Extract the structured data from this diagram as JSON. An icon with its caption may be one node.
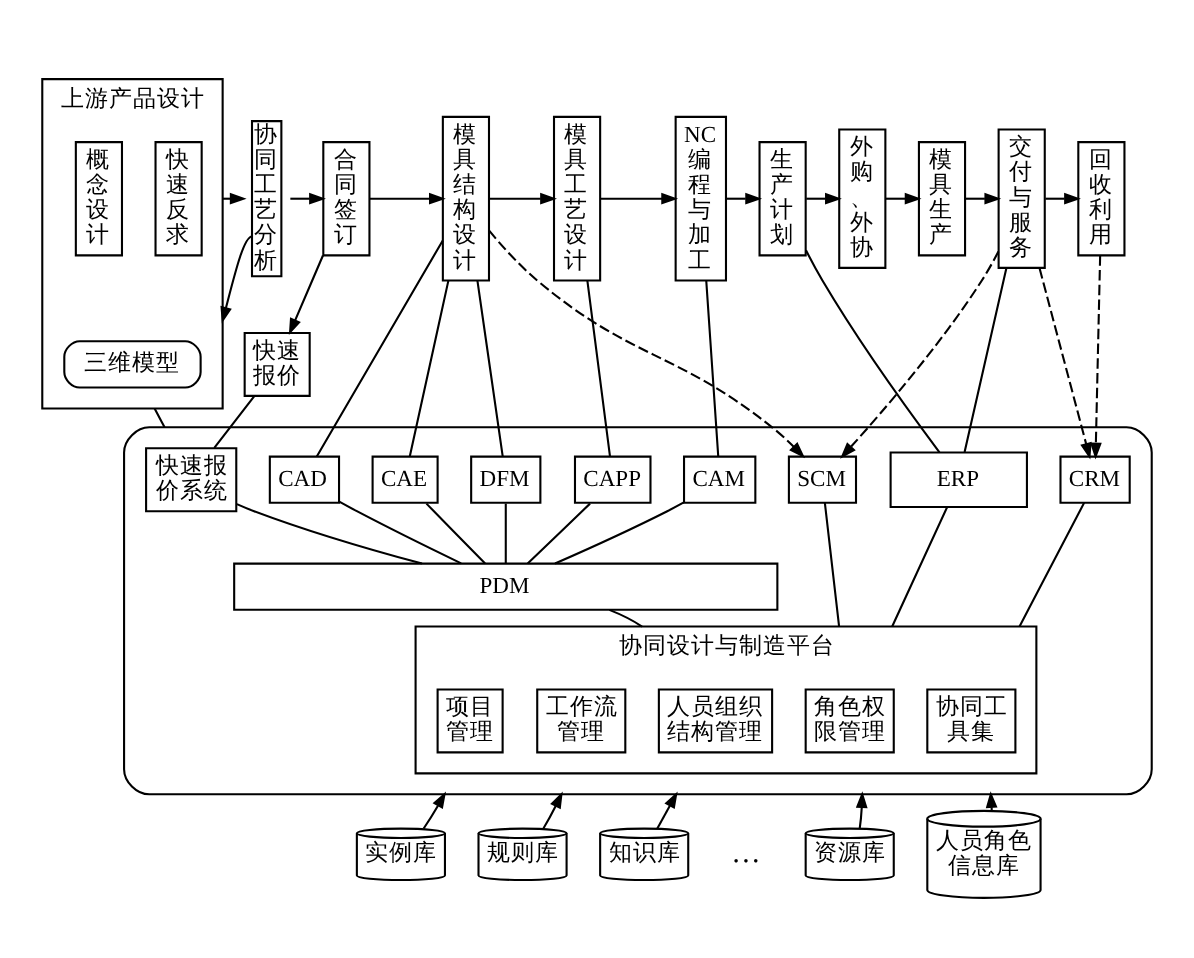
{
  "diagram": {
    "nodes": [
      {
        "text": [
          "上游产品设计"
        ]
      },
      {
        "text": [
          "概念设计"
        ],
        "in": 0
      },
      {
        "text": [
          "快速反求"
        ],
        "in": 0
      },
      {
        "text": [
          "三维模型"
        ],
        "in": 0
      },
      {
        "text": [
          "协同工艺分析"
        ]
      },
      {
        "text": [
          "合同签订"
        ]
      },
      {
        "text": [
          "快速报价"
        ]
      },
      {
        "text": [
          "模具结构设计"
        ]
      },
      {
        "text": [
          "模具工艺设计"
        ]
      },
      {
        "text": [
          "NC编程与加工"
        ]
      },
      {
        "text": [
          "生产计划"
        ]
      },
      {
        "text": [
          "外购、外协"
        ]
      },
      {
        "text": [
          "模具生产"
        ]
      },
      {
        "text": [
          "交付与服务"
        ]
      },
      {
        "text": [
          "回收利用"
        ]
      },
      {
        "text": [],
        "shape": "box"
      },
      {
        "text": [
          "快速报价系统"
        ],
        "in": 15
      },
      {
        "text": [
          "CAD"
        ],
        "in": 15
      },
      {
        "text": [
          "CAE"
        ],
        "in": 15
      },
      {
        "text": [
          "DFM"
        ],
        "in": 15
      },
      {
        "text": [
          "CAPP"
        ],
        "in": 15
      },
      {
        "text": [
          "CAM"
        ],
        "in": 15
      },
      {
        "text": [
          "SCM"
        ],
        "in": 15
      },
      {
        "text": [
          "ERP"
        ],
        "in": 15
      },
      {
        "text": [
          "CRM"
        ],
        "in": 15
      },
      {
        "text": [
          "PDM"
        ],
        "in": 15
      },
      {
        "text": [
          "协同设计与制造平台"
        ],
        "in": 15
      },
      {
        "text": [
          "项目管理"
        ],
        "in": 26
      },
      {
        "text": [
          "工作流管理"
        ],
        "in": 26
      },
      {
        "text": [
          "人员组织结构管理"
        ],
        "in": 26
      },
      {
        "text": [
          "角色权限管理"
        ],
        "in": 26
      },
      {
        "text": [
          "协同工具集"
        ],
        "in": 26
      },
      {
        "text": [
          "实例库"
        ]
      },
      {
        "text": [
          "规则库"
        ]
      },
      {
        "text": [
          "知识库"
        ]
      },
      {
        "text": [
          "资源库"
        ]
      },
      {
        "text": [
          "人员角色信息库"
        ]
      }
    ],
    "edges": [
      {
        "from": 0,
        "to": 4,
        "arrow": "to"
      },
      {
        "from": 4,
        "to": 0,
        "arrow": "to"
      },
      {
        "from": 4,
        "to": 5,
        "arrow": "to"
      },
      {
        "from": 5,
        "to": 7,
        "arrow": "to"
      },
      {
        "from": 7,
        "to": 8,
        "arrow": "to"
      },
      {
        "from": 8,
        "to": 9,
        "arrow": "to"
      },
      {
        "from": 9,
        "to": 10,
        "arrow": "to"
      },
      {
        "from": 10,
        "to": 11,
        "arrow": "to"
      },
      {
        "from": 11,
        "to": 12,
        "arrow": "to"
      },
      {
        "from": 12,
        "to": 13,
        "arrow": "to"
      },
      {
        "from": 13,
        "to": 14,
        "arrow": "to"
      },
      {
        "from": 5,
        "to": 6,
        "arrow": "to"
      },
      {
        "from": 0,
        "to": 15,
        "arrow": "none"
      },
      {
        "from": 6,
        "to": 16,
        "arrow": "none"
      },
      {
        "from": 7,
        "to": 17,
        "arrow": "none"
      },
      {
        "from": 7,
        "to": 18,
        "arrow": "none"
      },
      {
        "from": 7,
        "to": 19,
        "arrow": "none"
      },
      {
        "from": 8,
        "to": 20,
        "arrow": "none"
      },
      {
        "from": 9,
        "to": 21,
        "arrow": "none"
      },
      {
        "from": 7,
        "to": 22,
        "arrow": "to",
        "style": "dashed"
      },
      {
        "from": 13,
        "to": 22,
        "arrow": "to",
        "style": "dashed"
      },
      {
        "from": 10,
        "to": 23,
        "arrow": "none"
      },
      {
        "from": 13,
        "to": 23,
        "arrow": "none"
      },
      {
        "from": 13,
        "to": 24,
        "arrow": "to",
        "style": "dashed"
      },
      {
        "from": 14,
        "to": 24,
        "arrow": "to",
        "style": "dashed"
      },
      {
        "from": 16,
        "to": 25,
        "arrow": "none"
      },
      {
        "from": 17,
        "to": 25,
        "arrow": "none"
      },
      {
        "from": 18,
        "to": 25,
        "arrow": "none"
      },
      {
        "from": 19,
        "to": 25,
        "arrow": "none"
      },
      {
        "from": 20,
        "to": 25,
        "arrow": "none"
      },
      {
        "from": 21,
        "to": 25,
        "arrow": "none"
      },
      {
        "from": 25,
        "to": 26,
        "arrow": "none"
      },
      {
        "from": 22,
        "to": 26,
        "arrow": "none"
      },
      {
        "from": 23,
        "to": 26,
        "arrow": "none"
      },
      {
        "from": 24,
        "to": 26,
        "arrow": "none"
      },
      {
        "from": 32,
        "to": 15,
        "arrow": "to"
      },
      {
        "from": 33,
        "to": 15,
        "arrow": "to"
      },
      {
        "from": 34,
        "to": 15,
        "arrow": "to"
      },
      {
        "from": 35,
        "to": 15,
        "arrow": "to"
      },
      {
        "from": 36,
        "to": 15,
        "arrow": "to"
      }
    ],
    "labels": [
      "…"
    ]
  }
}
